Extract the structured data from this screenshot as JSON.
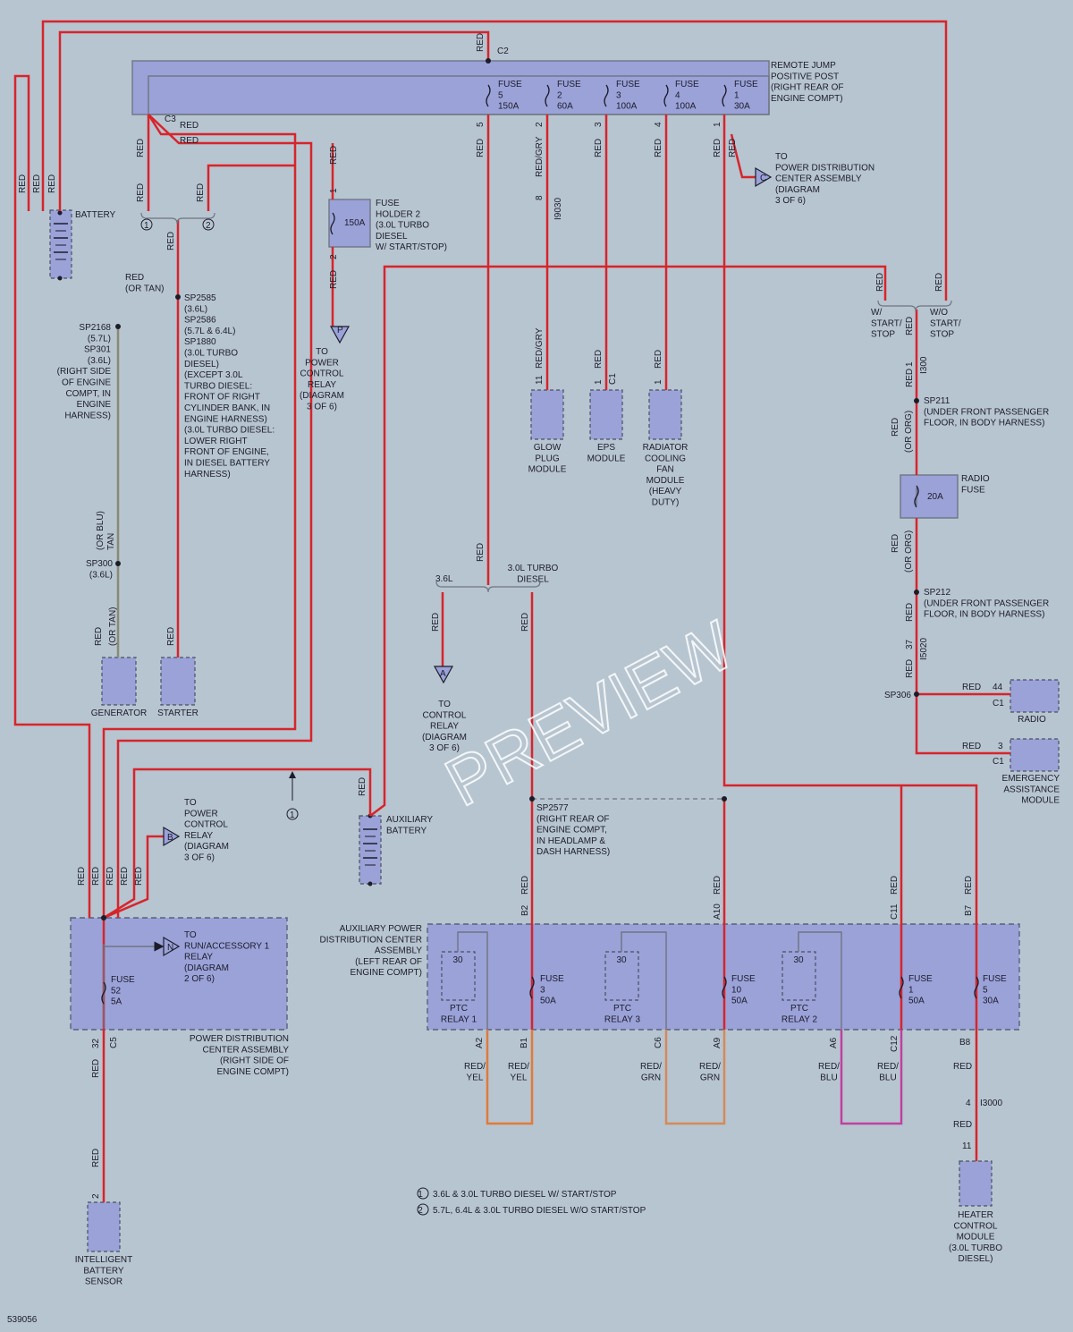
{
  "diagram_id": "539056",
  "watermark": "PREVIEW",
  "remote_jump_post": "REMOTE JUMP\nPOSITIVE POST\n(RIGHT REAR OF\nENGINE COMPT)",
  "connectors": {
    "c2": "C2",
    "c3": "C3",
    "c5": "C5",
    "c1": "C1"
  },
  "colors": {
    "wire_red": "#d8242b",
    "red_yel": "#e07a3a",
    "red_grn": "#d48a5a",
    "red_blu": "#c040a0",
    "tan": "#8a8a72",
    "box": "#9aa2d8"
  },
  "upper_fuses": [
    {
      "label": "FUSE\n5\n150A",
      "pin": "5",
      "wire": "RED"
    },
    {
      "label": "FUSE\n2\n60A",
      "pin": "2",
      "wire": "RED/GRY"
    },
    {
      "label": "FUSE\n3\n100A",
      "pin": "3",
      "wire": "RED"
    },
    {
      "label": "FUSE\n4\n100A",
      "pin": "4",
      "wire": "RED"
    },
    {
      "label": "FUSE\n1\n30A",
      "pin": "1",
      "wire": "RED"
    }
  ],
  "wires": {
    "red": "RED",
    "red_gry": "RED/GRY",
    "red_or_tan": "RED\n(OR TAN)",
    "tan_or_blu": "TAN\n(OR BLU)",
    "red_or_tan_v": "(OR TAN)",
    "red_or_org": "(OR ORG)",
    "red_yel": "RED/\nYEL",
    "red_grn": "RED/\nGRN",
    "red_blu": "RED/\nBLU"
  },
  "battery": "BATTERY",
  "fuse_holder_2": "FUSE\nHOLDER 2\n(3.0L TURBO\nDIESEL\nW/ START/STOP)",
  "fuse_holder_rating": "150A",
  "pdc_ref": "TO\nPOWER DISTRIBUTION\nCENTER ASSEMBLY\n(DIAGRAM\n3 OF 6)",
  "power_control_relay_ref": "TO\nPOWER\nCONTROL\nRELAY\n(DIAGRAM\n3 OF 6)",
  "splices": {
    "sp2585": "SP2585\n(3.6L)\nSP2586\n(5.7L & 6.4L)\nSP1880\n(3.0L TURBO\nDIESEL)\n(EXCEPT 3.0L\nTURBO DIESEL:\nFRONT OF RIGHT\nCYLINDER BANK, IN\nENGINE HARNESS)\n(3.0L TURBO DIESEL:\nLOWER RIGHT\nFRONT OF ENGINE,\nIN DIESEL BATTERY\nHARNESS)",
    "sp2168": "SP2168\n(5.7L)\nSP301\n(3.6L)\n(RIGHT SIDE\nOF ENGINE\nCOMPT, IN\nENGINE\nHARNESS)",
    "sp300": "SP300\n(3.6L)",
    "sp211": "SP211\n(UNDER FRONT PASSENGER\nFLOOR, IN BODY HARNESS)",
    "sp212": "SP212\n(UNDER FRONT PASSENGER\nFLOOR, IN BODY HARNESS)",
    "sp306": "SP306",
    "sp2577": "SP2577\n(RIGHT REAR OF\nENGINE COMPT,\nIN HEADLAMP &\nDASH HARNESS)"
  },
  "w_start_stop": "W/\nSTART/\nSTOP",
  "wo_start_stop": "W/O\nSTART/\nSTOP",
  "radio_fuse": "RADIO\nFUSE",
  "radio_fuse_rating": "20A",
  "modules": {
    "glow_plug": "GLOW\nPLUG\nMODULE",
    "eps": "EPS\nMODULE",
    "radiator_fan": "RADIATOR\nCOOLING\nFAN\nMODULE\n(HEAVY\nDUTY)",
    "generator": "GENERATOR",
    "starter": "STARTER",
    "radio": "RADIO",
    "emergency": "EMERGENCY\nASSISTANCE\nMODULE",
    "auxiliary_battery": "AUXILIARY\nBATTERY",
    "heater": "HEATER\nCONTROL\nMODULE\n(3.0L TURBO\nDIESEL)",
    "ibs": "INTELLIGENT\nBATTERY\nSENSOR"
  },
  "branch": {
    "l36": "3.6L",
    "l30": "3.0L TURBO\nDIESEL"
  },
  "control_relay_ref": "TO\nCONTROL\nRELAY\n(DIAGRAM\n3 OF 6)",
  "relay_b_ref": "TO\nPOWER\nCONTROL\nRELAY\n(DIAGRAM\n3 OF 6)",
  "run_acc_ref": "TO\nRUN/ACCESSORY 1\nRELAY\n(DIAGRAM\n2 OF 6)",
  "pdc_fuse": "FUSE\n52\n5A",
  "pdc_label": "POWER DISTRIBUTION\nCENTER ASSEMBLY\n(RIGHT SIDE OF\nENGINE COMPT)",
  "aux_pdc_label": "AUXILIARY POWER\nDISTRIBUTION CENTER\nASSEMBLY\n(LEFT REAR OF\nENGINE COMPT)",
  "aux_fuses": [
    {
      "label": "FUSE\n3\n50A",
      "top_pin": "B2",
      "bottom_pin": "B1"
    },
    {
      "label": "FUSE\n10\n50A",
      "top_pin": "A10",
      "bottom_pin": "A9"
    },
    {
      "label": "FUSE\n1\n50A",
      "top_pin": "C11",
      "bottom_pin": "C12"
    },
    {
      "label": "FUSE\n5\n30A",
      "top_pin": "B7",
      "bottom_pin": "B8"
    }
  ],
  "ptc": [
    {
      "label": "PTC\nRELAY 1",
      "pin": "30",
      "bottom_pin": "A2"
    },
    {
      "label": "PTC\nRELAY 3",
      "pin": "30",
      "bottom_pin": "C6"
    },
    {
      "label": "PTC\nRELAY 2",
      "pin": "30",
      "bottom_pin": "A6"
    }
  ],
  "notes": [
    {
      "num": "1",
      "text": "3.6L & 3.0L TURBO DIESEL W/ START/STOP"
    },
    {
      "num": "2",
      "text": "5.7L, 6.4L & 3.0L TURBO DIESEL W/O START/STOP"
    }
  ],
  "codes": {
    "i9030": "I9030",
    "i300": "I300",
    "i5020": "I5020",
    "i3000": "I3000"
  },
  "refs": {
    "a": "A",
    "b": "B",
    "c": "C",
    "n": "N",
    "p": "P"
  },
  "pins": {
    "p1": "1",
    "p2": "2",
    "p3": "3",
    "p4": "4",
    "p5": "5",
    "p8": "8",
    "p11": "11",
    "p32": "32",
    "p37": "37",
    "p44": "44"
  }
}
